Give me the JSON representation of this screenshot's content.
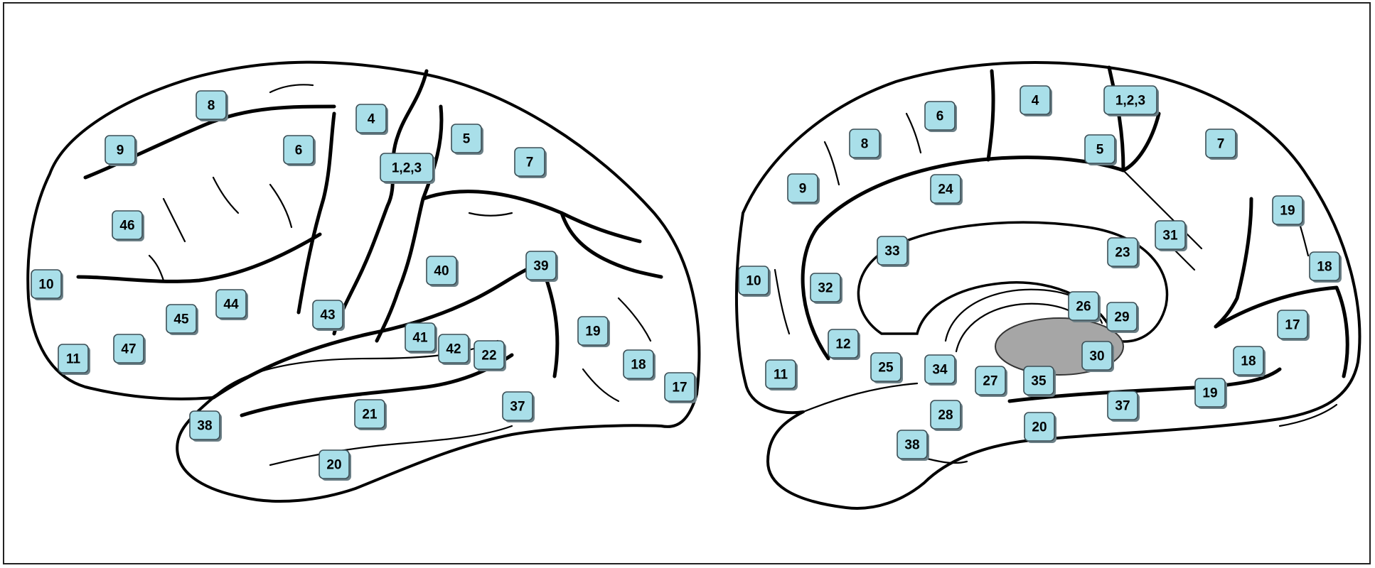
{
  "lateral_view": {
    "labels": [
      "8",
      "9",
      "6",
      "4",
      "5",
      "7",
      "1,2,3",
      "46",
      "10",
      "44",
      "45",
      "43",
      "40",
      "39",
      "41",
      "42",
      "22",
      "11",
      "47",
      "19",
      "18",
      "17",
      "38",
      "21",
      "37",
      "20"
    ]
  },
  "medial_view": {
    "labels": [
      "4",
      "1,2,3",
      "6",
      "8",
      "5",
      "7",
      "9",
      "24",
      "19",
      "31",
      "23",
      "18",
      "10",
      "33",
      "32",
      "26",
      "29",
      "12",
      "17",
      "34",
      "30",
      "11",
      "25",
      "27",
      "35",
      "18",
      "19",
      "37",
      "28",
      "20",
      "38"
    ]
  },
  "colors": {
    "label_fill": "#a9dfe9",
    "label_border": "#3c4f56",
    "label_shadow": "#6b7f86",
    "outline": "#000000",
    "thalamus": "#a6a6a6"
  }
}
